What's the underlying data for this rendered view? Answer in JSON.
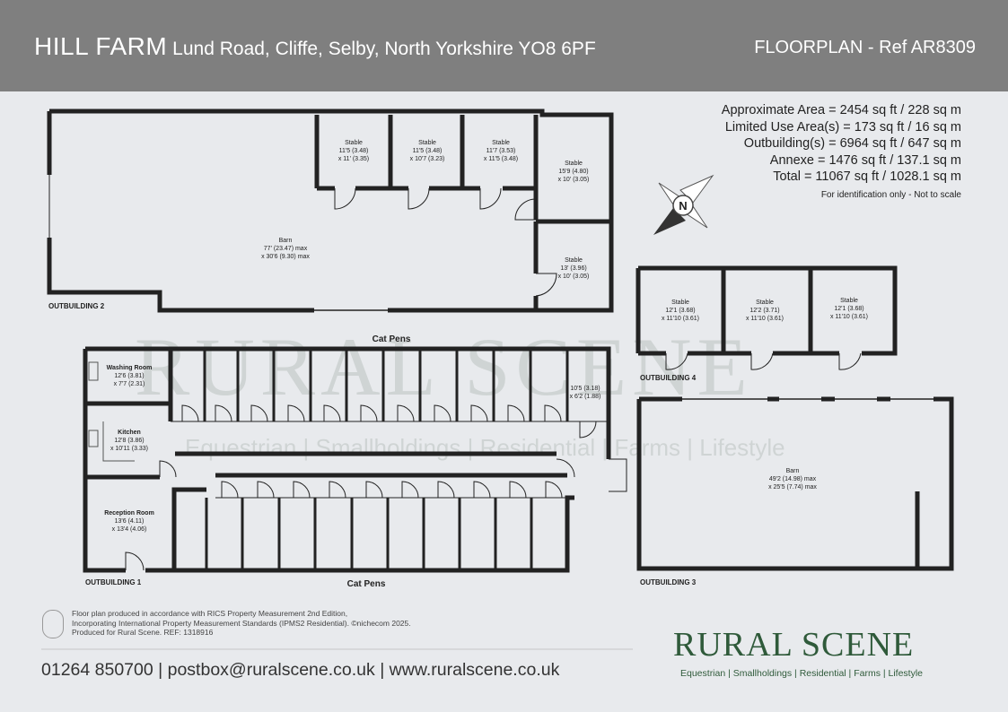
{
  "header": {
    "property_name": "HILL FARM",
    "address": "Lund Road, Cliffe, Selby, North Yorkshire YO8 6PF",
    "ref": "FLOORPLAN - Ref AR8309"
  },
  "areas": {
    "approx": "Approximate Area = 2454 sq ft / 228 sq m",
    "limited": "Limited Use Area(s) = 173 sq ft / 16 sq m",
    "outbuildings": "Outbuilding(s) = 6964 sq ft / 647 sq m",
    "annexe": "Annexe = 1476 sq ft / 137.1 sq m",
    "total": "Total = 11067 sq ft / 1028.1 sq m",
    "note": "For identification only - Not to scale"
  },
  "compass": {
    "label": "N"
  },
  "outbuilding2": {
    "label": "OUTBUILDING 2",
    "barn": {
      "name": "Barn",
      "d1": "77' (23.47) max",
      "d2": "x 30'6 (9.30) max"
    },
    "stables": [
      {
        "name": "Stable",
        "d1": "11'5 (3.48)",
        "d2": "x 11' (3.35)"
      },
      {
        "name": "Stable",
        "d1": "11'5 (3.48)",
        "d2": "x 10'7 (3.23)"
      },
      {
        "name": "Stable",
        "d1": "11'7 (3.53)",
        "d2": "x 11'5 (3.48)"
      },
      {
        "name": "Stable",
        "d1": "15'9 (4.80)",
        "d2": "x 10' (3.05)"
      },
      {
        "name": "Stable",
        "d1": "13' (3.96)",
        "d2": "x 10' (3.05)"
      }
    ]
  },
  "outbuilding4": {
    "label": "OUTBUILDING 4",
    "stables": [
      {
        "name": "Stable",
        "d1": "12'1 (3.68)",
        "d2": "x 11'10 (3.61)"
      },
      {
        "name": "Stable",
        "d1": "12'2 (3.71)",
        "d2": "x 11'10 (3.61)"
      },
      {
        "name": "Stable",
        "d1": "12'1 (3.68)",
        "d2": "x 11'10 (3.61)"
      }
    ]
  },
  "outbuilding1": {
    "label": "OUTBUILDING 1",
    "cat_pens_top": "Cat Pens",
    "cat_pens_bottom": "Cat Pens",
    "washing": {
      "name": "Washing Room",
      "d1": "12'6 (3.81)",
      "d2": "x 7'7 (2.31)"
    },
    "kitchen": {
      "name": "Kitchen",
      "d1": "12'8 (3.86)",
      "d2": "x 10'11 (3.33)"
    },
    "reception": {
      "name": "Reception Room",
      "d1": "13'6 (4.11)",
      "d2": "x 13'4 (4.06)"
    },
    "small": {
      "d1": "10'5 (3.18)",
      "d2": "x 6'2 (1.88)"
    }
  },
  "outbuilding3": {
    "label": "OUTBUILDING 3",
    "barn": {
      "name": "Barn",
      "d1": "49'2 (14.98) max",
      "d2": "x 25'5 (7.74) max"
    }
  },
  "watermark": {
    "name": "RURAL SCENE",
    "tagline": "Equestrian | Smallholdings | Residential | Farms | Lifestyle"
  },
  "footer": {
    "note1": "Floor plan produced in accordance with RICS Property Measurement 2nd Edition,",
    "note2": "Incorporating International Property Measurement Standards (IPMS2 Residential).  ©nichecom 2025.",
    "note3": "Produced for Rural Scene.   REF:   1318916",
    "contact": "01264 850700 | postbox@ruralscene.co.uk | www.ruralscene.co.uk",
    "brand": "RURAL SCENE",
    "brand_tagline": "Equestrian | Smallholdings | Residential | Farms | Lifestyle"
  }
}
